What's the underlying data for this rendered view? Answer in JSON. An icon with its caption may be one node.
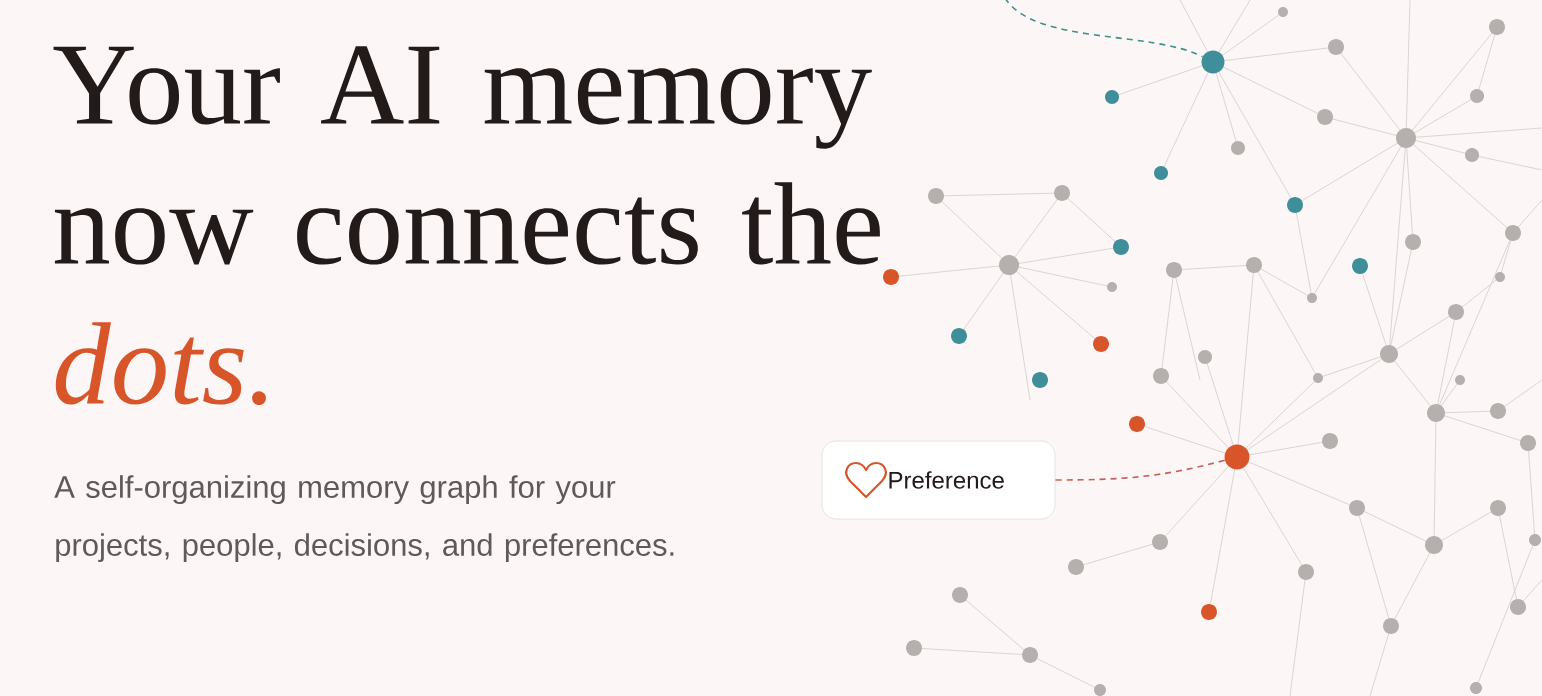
{
  "diagram": {
    "title": "Your AI memory now connects the *dots.*",
    "nodes": [
      {
        "text": [
          "Preference"
        ]
      },
      {
        "text": [],
        "shape": "circle"
      },
      {
        "text": [],
        "shape": "circle"
      }
    ],
    "edges": [
      {
        "from": 0,
        "to": 1,
        "arrow": "none",
        "style": "dashed",
        "color": "#c8605a"
      },
      {
        "from": null,
        "to": 2,
        "arrow": "none",
        "style": "dashed",
        "color": "#3f8f8a"
      }
    ],
    "labels": [
      "A self-organizing memory graph for your projects, people, decisions, and preferences."
    ]
  }
}
